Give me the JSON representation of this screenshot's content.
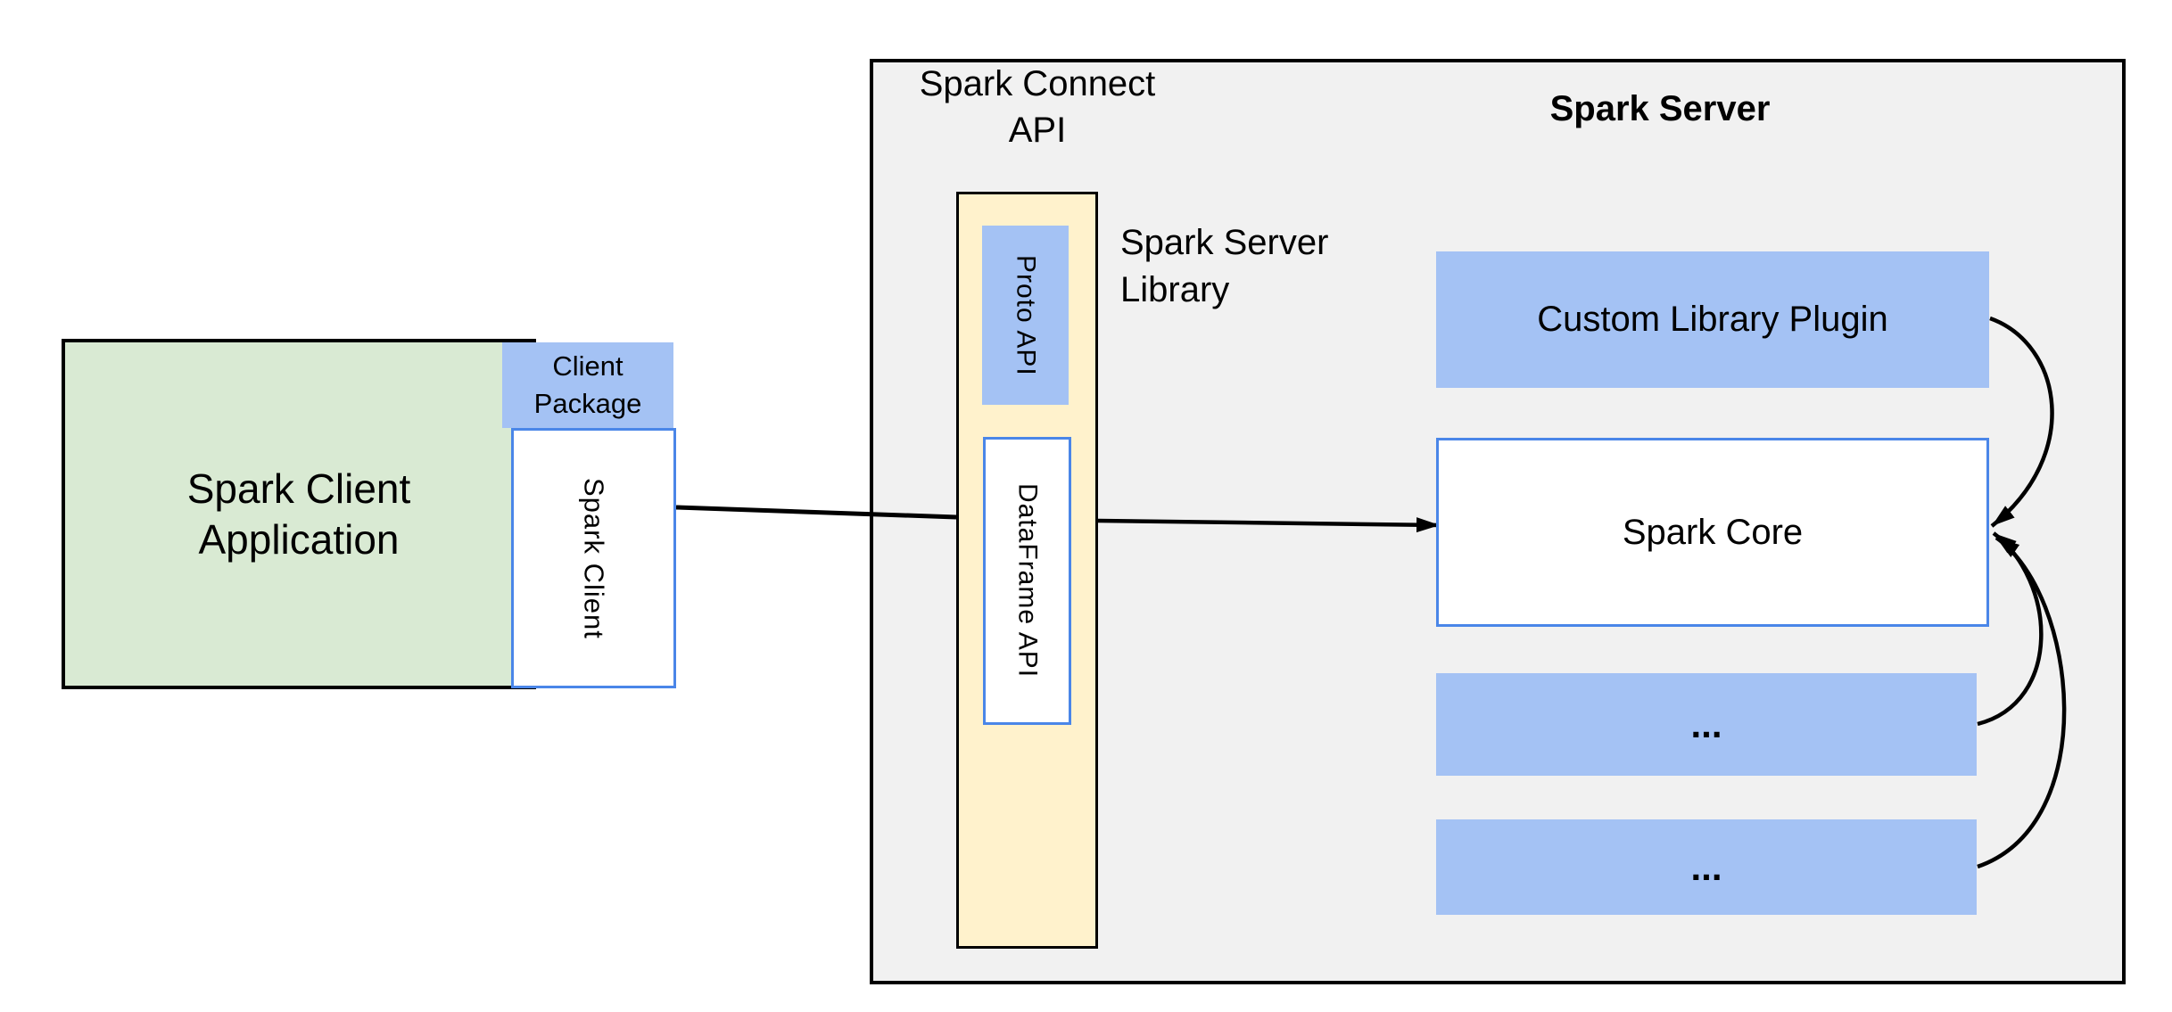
{
  "colors": {
    "canvas_bg": "#ffffff",
    "panel_bg": "#f1f1f1",
    "panel_border": "#000000",
    "green_fill": "#d9ead3",
    "blue_fill": "#a4c2f4",
    "yellow_fill": "#fff2cc",
    "blue_border": "#4a86e8",
    "arrow_color": "#000000",
    "text_color": "#000000"
  },
  "client": {
    "app_title": [
      "Spark Client",
      "Application"
    ],
    "package_label": [
      "Client",
      "Package"
    ],
    "spark_client_label": "Spark Client"
  },
  "connect": {
    "api_label": [
      "Spark Connect",
      "API"
    ],
    "proto_api_label": "Proto API",
    "dataframe_api_label": "DataFrame API",
    "server_library_label": [
      "Spark Server",
      "Library"
    ]
  },
  "server": {
    "title": "Spark Server",
    "custom_plugin_label": "Custom Library Plugin",
    "core_label": "Spark Core",
    "slot1_label": "...",
    "slot2_label": "..."
  }
}
